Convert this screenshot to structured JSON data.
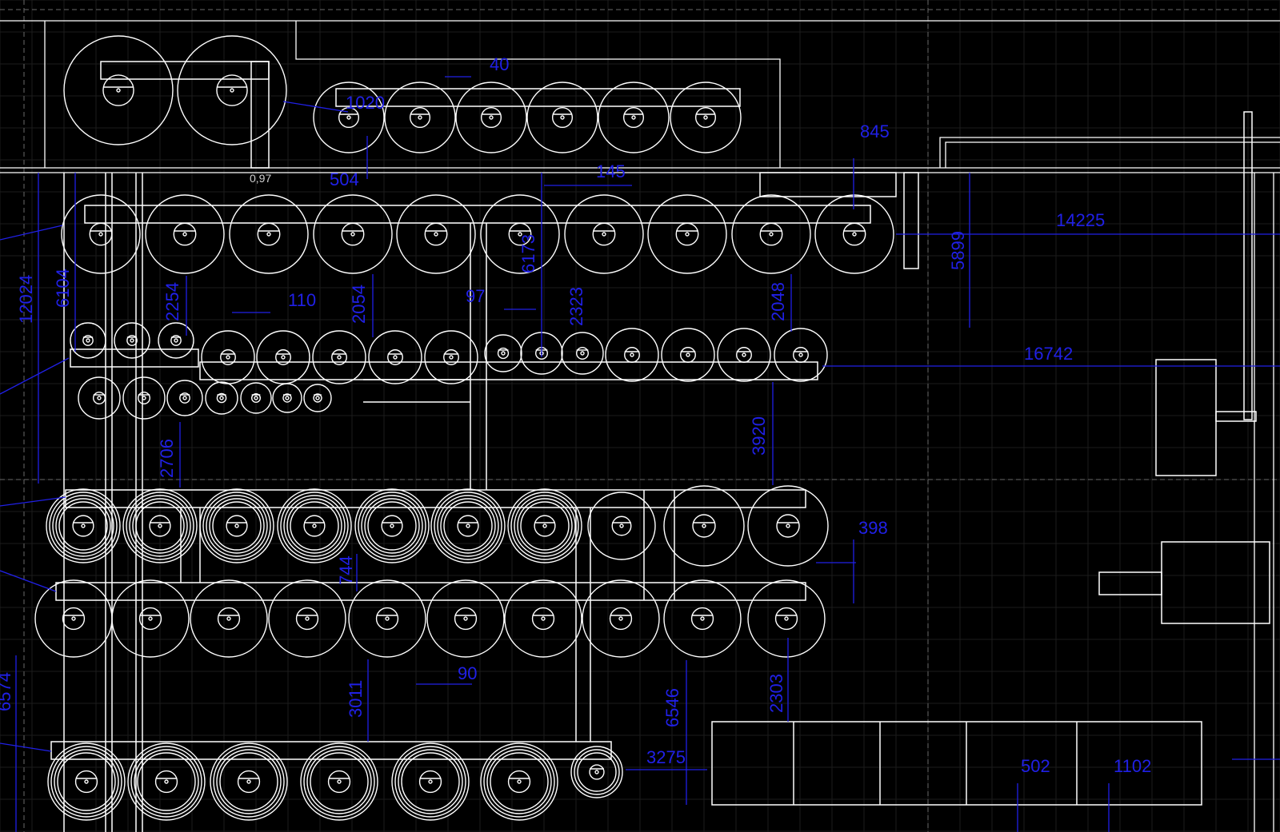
{
  "drawing": {
    "background": "#000000",
    "line_color": "#ffffff",
    "dimension_color": "#2020e6",
    "grid_color": "#1c1c1c"
  },
  "dimensions": {
    "d40": "40",
    "d1020": "1020",
    "d845": "845",
    "d504": "504",
    "d097": "0,97",
    "d145": "145",
    "d14225": "14225",
    "d5899": "5899",
    "d12024": "12024",
    "d6104": "6104",
    "d2254": "2254",
    "d110": "110",
    "d2054": "2054",
    "d97": "97",
    "d6173": "6173",
    "d2323": "2323",
    "d2048": "2048",
    "d16742": "16742",
    "d2706": "2706",
    "d3920": "3920",
    "d398": "398",
    "d744": "744",
    "d90": "90",
    "d3011": "3011",
    "d6546": "6546",
    "d2303": "2303",
    "d3275": "3275",
    "d502": "502",
    "d1102": "1102",
    "d6574": "6574"
  }
}
